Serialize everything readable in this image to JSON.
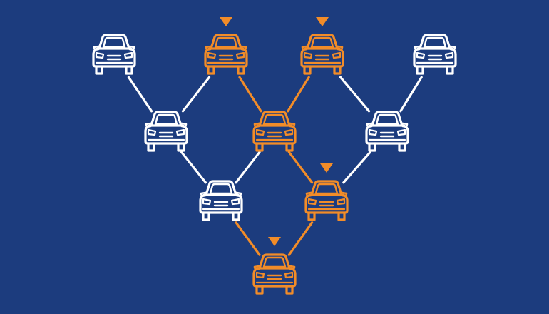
{
  "colors": {
    "background": "#1c3c7e",
    "default": "#ffffff",
    "highlight": "#f28c28"
  },
  "legend_icons": {
    "car": "car-front-icon",
    "marker": "triangle-down-marker-icon"
  },
  "nodes": [
    {
      "id": "car-1-1",
      "highlighted": false,
      "marker": false
    },
    {
      "id": "car-1-2",
      "highlighted": true,
      "marker": true
    },
    {
      "id": "car-1-3",
      "highlighted": true,
      "marker": true
    },
    {
      "id": "car-1-4",
      "highlighted": false,
      "marker": false
    },
    {
      "id": "car-2-1",
      "highlighted": false,
      "marker": false
    },
    {
      "id": "car-2-2",
      "highlighted": true,
      "marker": false
    },
    {
      "id": "car-2-3",
      "highlighted": false,
      "marker": false
    },
    {
      "id": "car-3-1",
      "highlighted": false,
      "marker": false
    },
    {
      "id": "car-3-2",
      "highlighted": true,
      "marker": true
    },
    {
      "id": "car-4-1",
      "highlighted": true,
      "marker": true
    }
  ],
  "edges": [
    {
      "from": "car-1-1",
      "to": "car-2-1",
      "highlighted": false
    },
    {
      "from": "car-1-2",
      "to": "car-2-1",
      "highlighted": false
    },
    {
      "from": "car-1-2",
      "to": "car-2-2",
      "highlighted": true
    },
    {
      "from": "car-1-3",
      "to": "car-2-2",
      "highlighted": true
    },
    {
      "from": "car-1-3",
      "to": "car-2-3",
      "highlighted": false
    },
    {
      "from": "car-1-4",
      "to": "car-2-3",
      "highlighted": false
    },
    {
      "from": "car-2-1",
      "to": "car-3-1",
      "highlighted": false
    },
    {
      "from": "car-2-2",
      "to": "car-3-1",
      "highlighted": false
    },
    {
      "from": "car-2-2",
      "to": "car-3-2",
      "highlighted": true
    },
    {
      "from": "car-2-3",
      "to": "car-3-2",
      "highlighted": false
    },
    {
      "from": "car-3-1",
      "to": "car-4-1",
      "highlighted": true
    },
    {
      "from": "car-3-2",
      "to": "car-4-1",
      "highlighted": true
    }
  ]
}
